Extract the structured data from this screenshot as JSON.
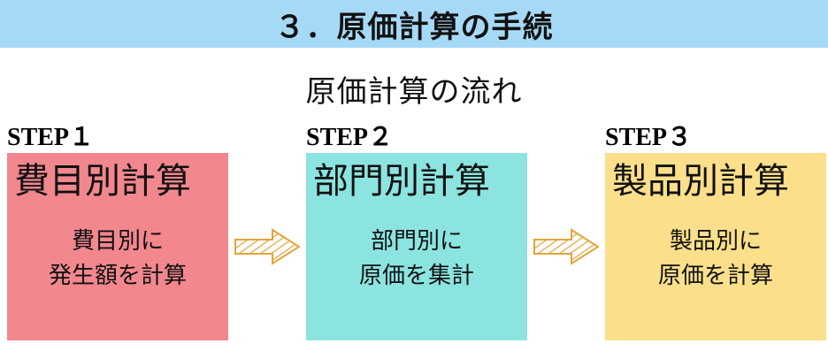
{
  "banner": {
    "title": "３．原価計算の手続",
    "bg": "#a6d9f6"
  },
  "subtitle": "原価計算の流れ",
  "steps": [
    {
      "label": "STEP１",
      "heading": "費目別計算",
      "desc_line1": "費目別に",
      "desc_line2": "発生額を計算",
      "bg": "#f2878e"
    },
    {
      "label": "STEP２",
      "heading": "部門別計算",
      "desc_line1": "部門別に",
      "desc_line2": "原価を集計",
      "bg": "#8ce4e0"
    },
    {
      "label": "STEP３",
      "heading": "製品別計算",
      "desc_line1": "製品別に",
      "desc_line2": "原価を計算",
      "bg": "#fbdf8a"
    }
  ],
  "arrow": {
    "name": "striped-right-arrow",
    "color": "#e5a43b"
  }
}
